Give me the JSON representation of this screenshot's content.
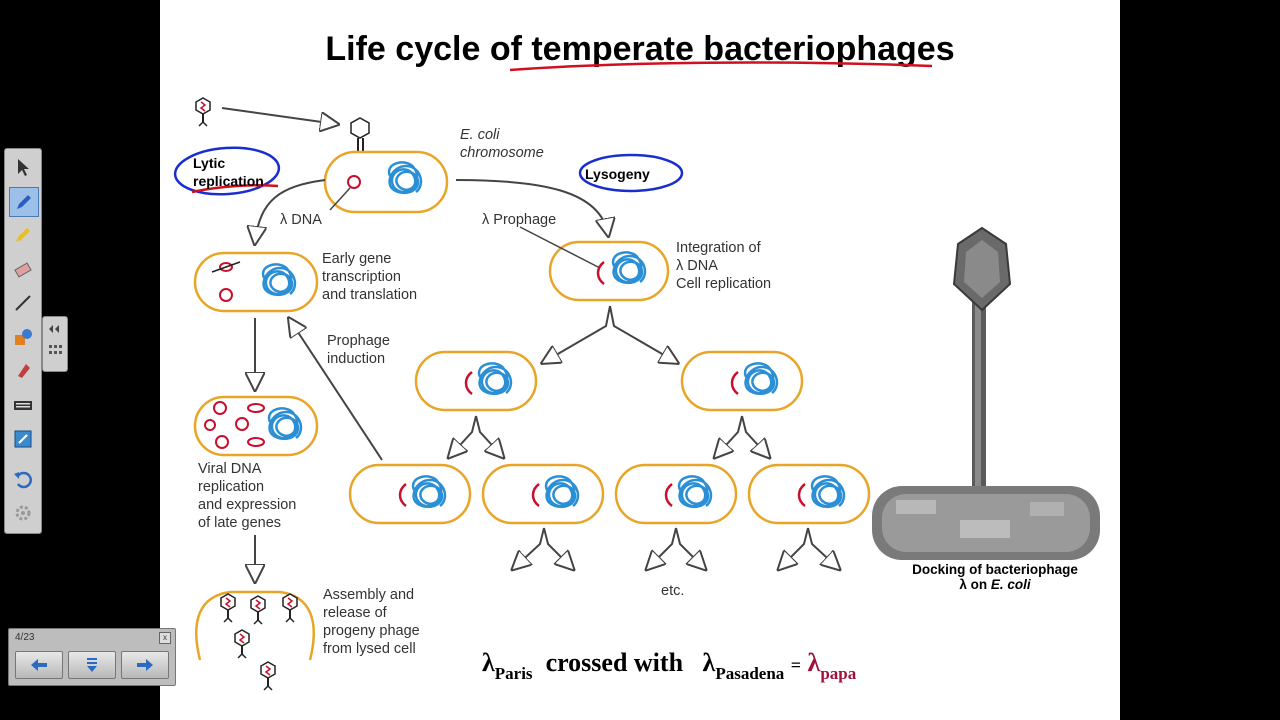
{
  "slide": {
    "title": "Life cycle of temperate bacteriophages",
    "labels": {
      "ecoli_chromosome": "E. coli\nchromosome",
      "lytic_replication": "Lytic\nreplication",
      "lysogeny": "Lysogeny",
      "lambda_dna": "λ DNA",
      "lambda_prophage": "λ Prophage",
      "early_gene": "Early gene\ntranscription\nand translation",
      "integration": "Integration of\nλ DNA\nCell replication",
      "prophage_induction": "Prophage\ninduction",
      "viral_dna": "Viral DNA\nreplication\nand expression\nof late genes",
      "assembly": "Assembly and\nrelease of\nprogeny phage\nfrom lysed cell",
      "etc": "etc.",
      "docking_line1": "Docking of bacteriophage",
      "docking_line2_pre": "λ on ",
      "docking_line2_it": "E. coli"
    },
    "formula": {
      "lambda": "λ",
      "sub_paris": "Paris",
      "crossed_with": "crossed with",
      "sub_pasadena": "Pasadena",
      "equals": "=",
      "sub_papa": "papa"
    },
    "colors": {
      "cell_outline": "#e8a528",
      "dna": "#2b8fd6",
      "red_dna": "#c8102e",
      "annotation": "#d01020",
      "circle_marker": "#1a2ed0"
    }
  },
  "toolbar": {
    "tools": [
      "select-icon",
      "pen-icon",
      "highlighter-icon",
      "eraser-icon",
      "line-icon",
      "shapes-icon",
      "fill-icon",
      "keyboard-icon",
      "screen-capture-icon",
      "undo-icon",
      "settings-icon"
    ]
  },
  "pagenav": {
    "page_counter": "4/23",
    "close": "x"
  }
}
